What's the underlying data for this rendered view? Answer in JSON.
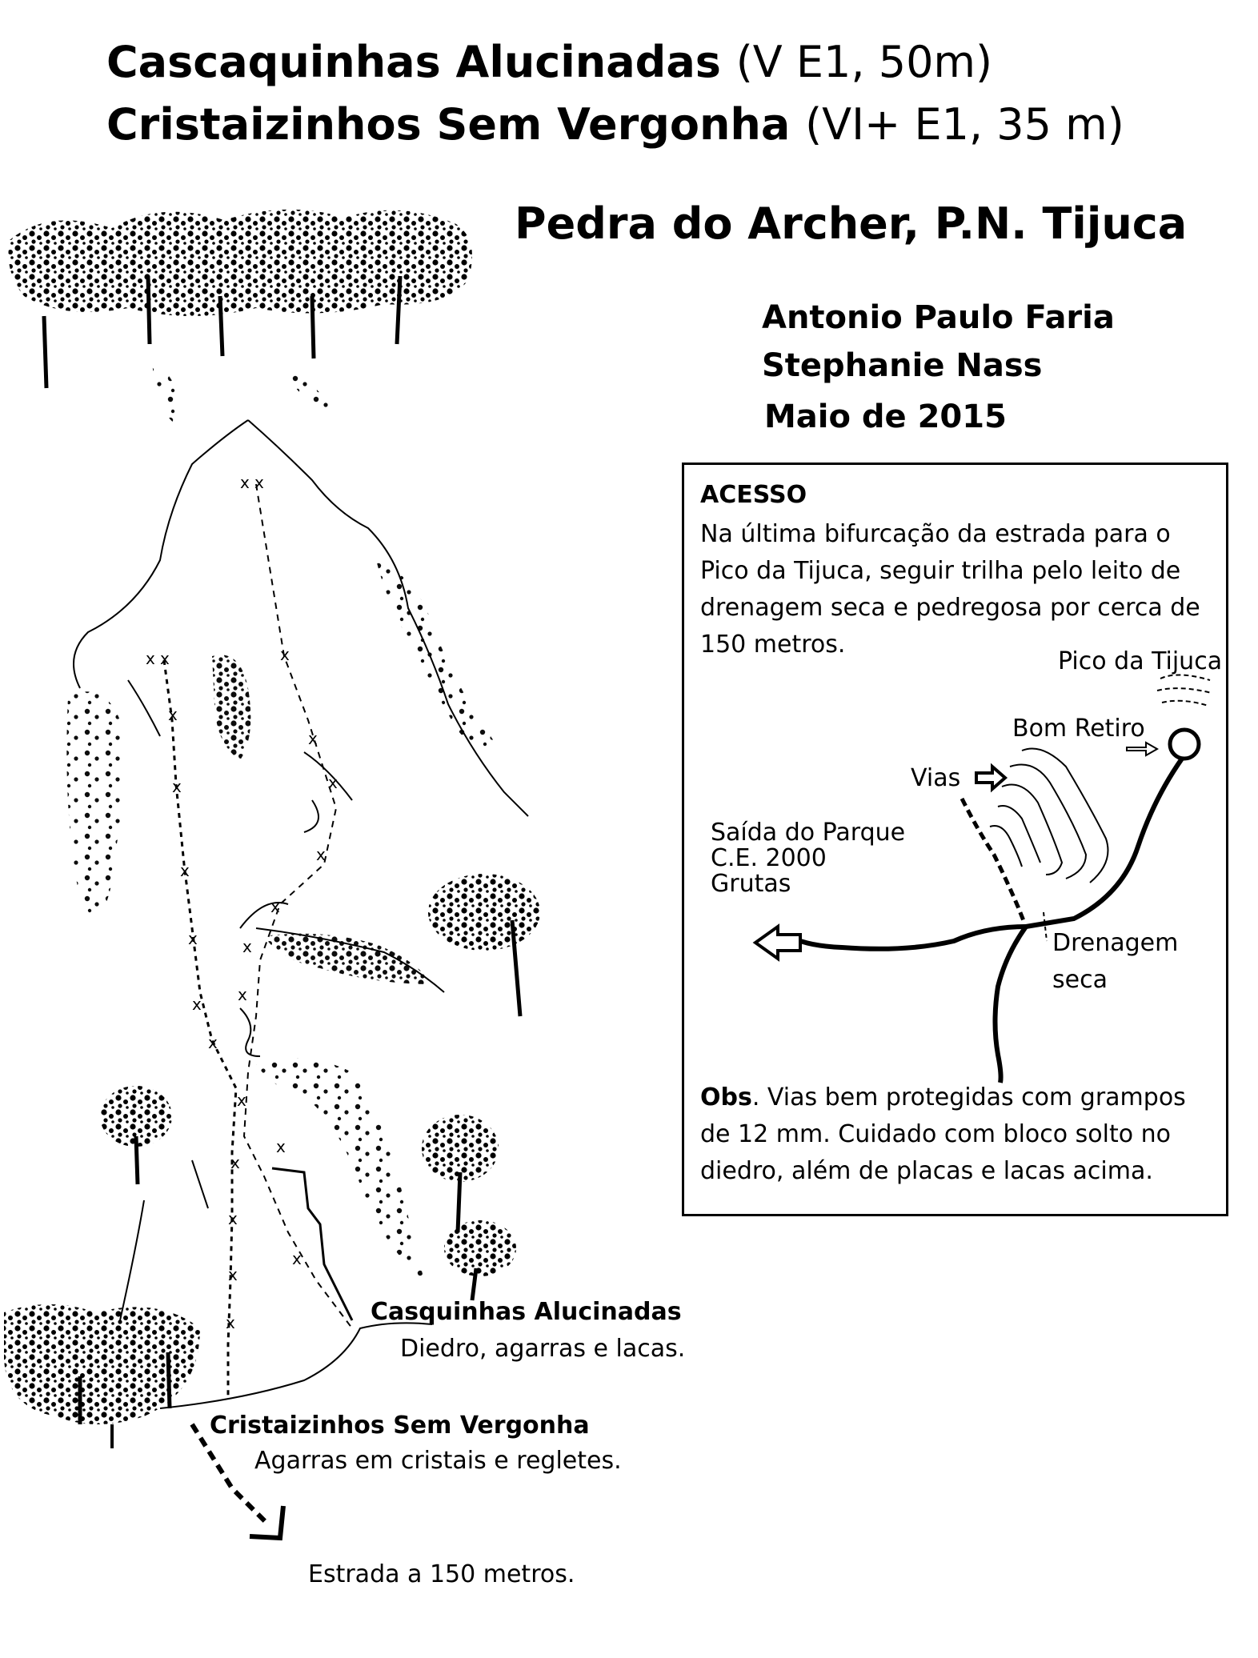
{
  "header": {
    "line1_name": "Cascaquinhas Alucinadas",
    "line1_grade": "(V E1, 50m)",
    "line2_name": "Cristaizinhos Sem Vergonha",
    "line2_grade": "(VI+ E1, 35 m)",
    "location": "Pedra do Archer, P.N. Tijuca",
    "author1": "Antonio Paulo Faria",
    "author2": "Stephanie Nass",
    "date": "Maio de 2015"
  },
  "access_box": {
    "title": "ACESSO",
    "text": "Na última bifurcação da estrada para o Pico da Tijuca, seguir trilha pelo leito de drenagem seca e pedregosa por cerca de 150 metros.",
    "map_labels": {
      "pico": "Pico da Tijuca",
      "bom_retiro": "Bom Retiro",
      "vias": "Vias",
      "saida_line1": "Saída do Parque",
      "saida_line2": "C.E. 2000",
      "saida_line3": "Grutas",
      "drenagem_line1": "Drenagem",
      "drenagem_line2": "seca"
    },
    "obs_label": "Obs",
    "obs_text": ". Vias bem protegidas com grampos de 12 mm. Cuidado com bloco solto no diedro, além de placas e lacas acima."
  },
  "routes": {
    "route1_name": "Casquinhas Alucinadas",
    "route1_desc": "Diedro, agarras e lacas.",
    "route2_name": "Cristaizinhos Sem Vergonha",
    "route2_desc": "Agarras em cristais e regletes.",
    "road_note": "Estrada a 150 metros."
  },
  "bolt_marker": "x"
}
